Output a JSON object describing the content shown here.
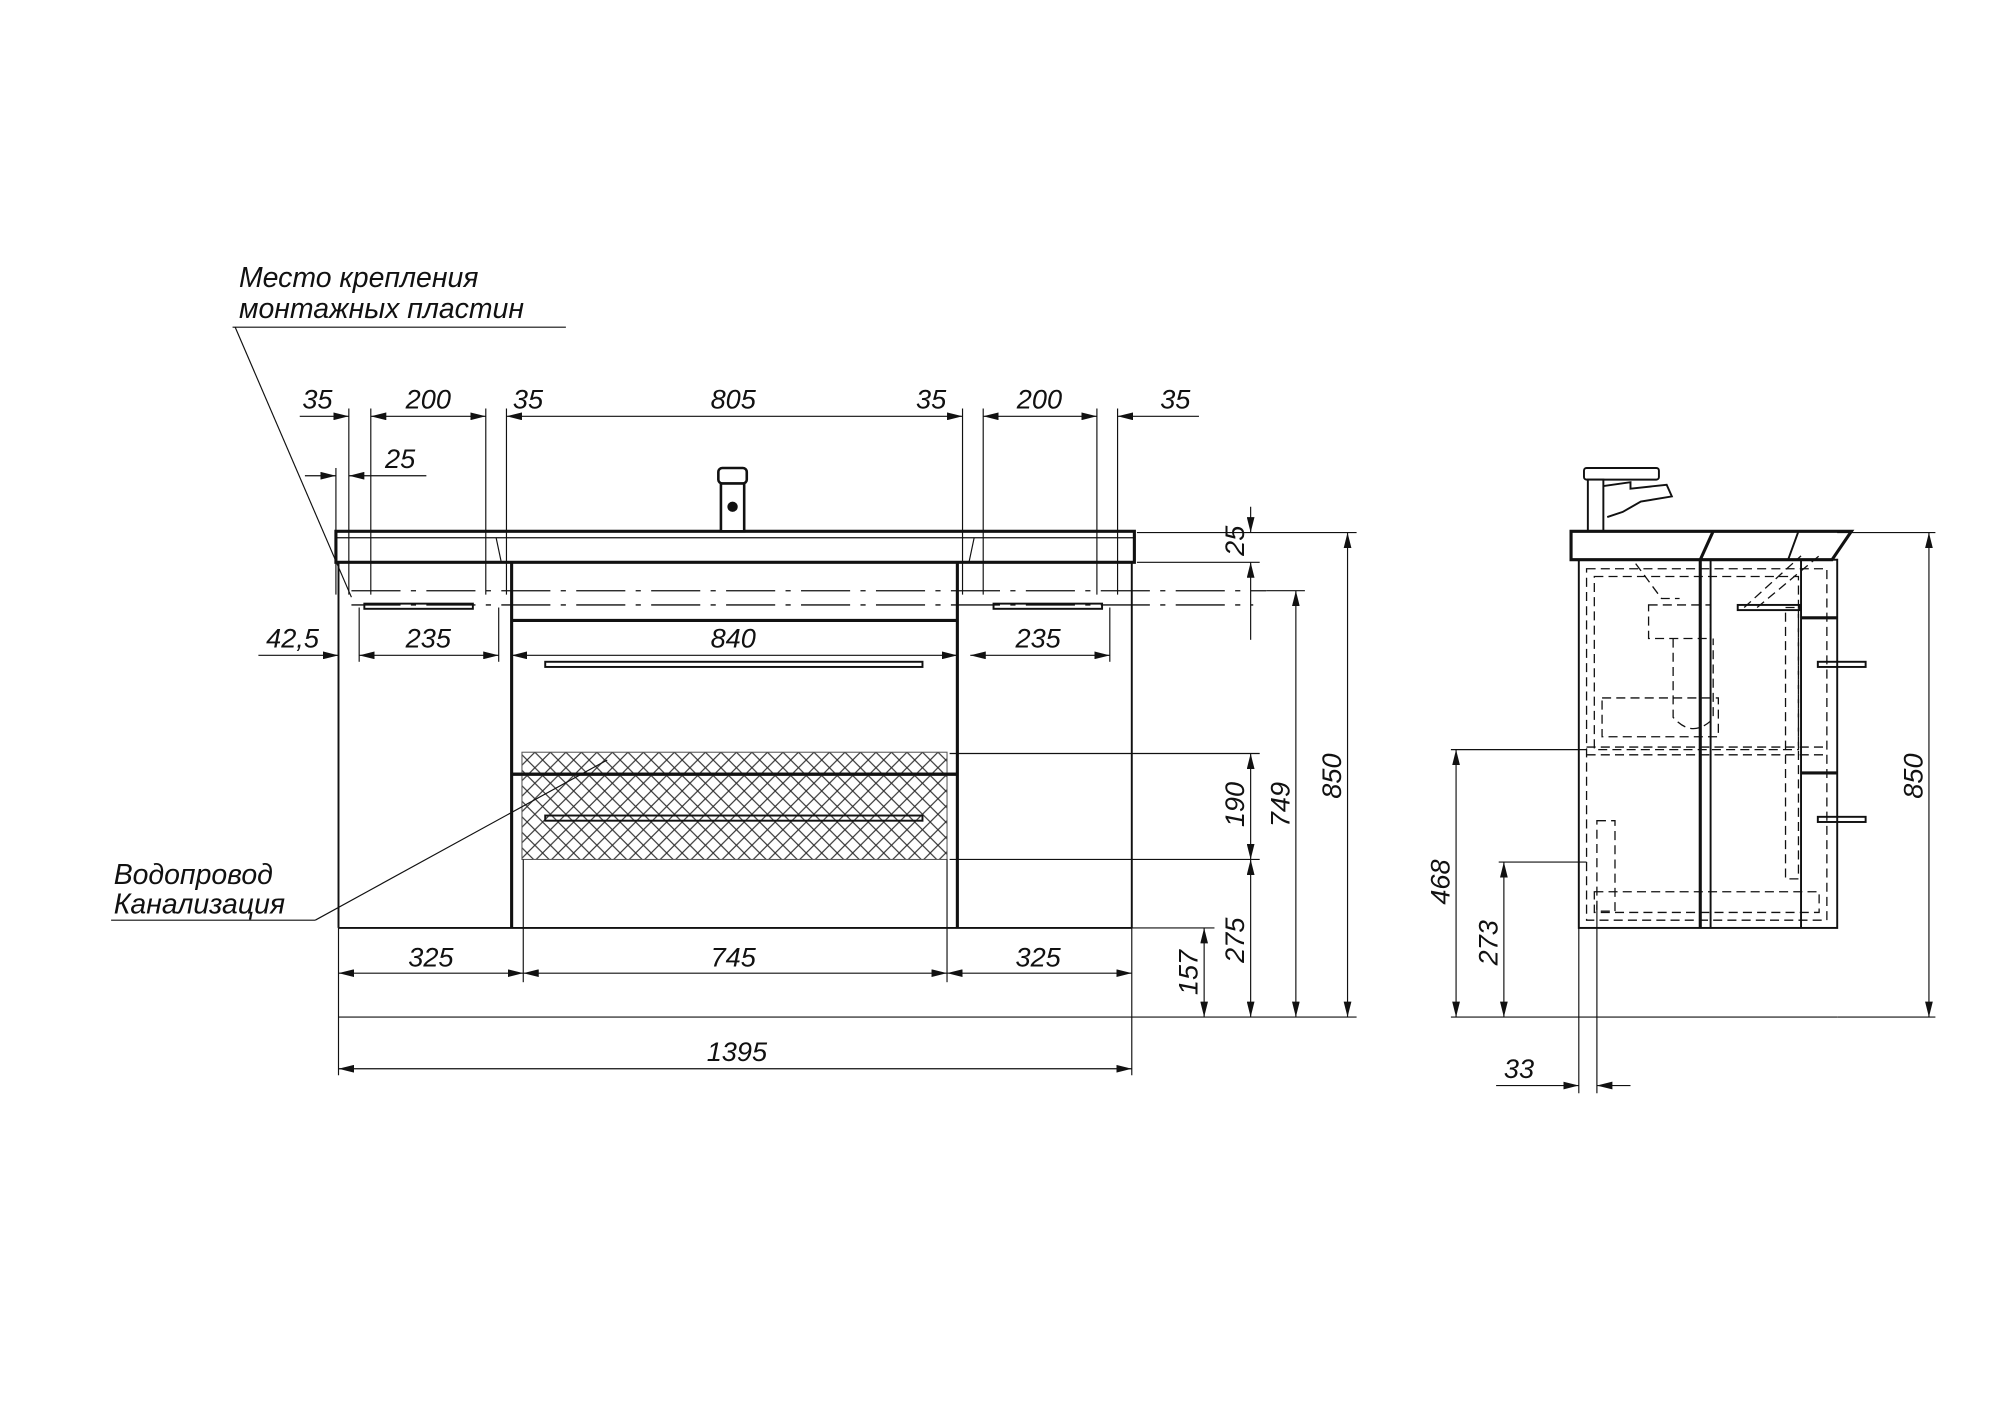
{
  "front_view": {
    "annotation_mounting": [
      "Место крепления",
      "монтажных пластин"
    ],
    "annotation_plumbing": [
      "Водопровод",
      "Канализация"
    ],
    "top_dims": [
      "35",
      "200",
      "35",
      "805",
      "35",
      "200",
      "35"
    ],
    "inner_offset": "25",
    "mid_dims": {
      "left_offset": "42,5",
      "left_width": "235",
      "center_width": "840",
      "right_width": "235"
    },
    "bottom_dims": [
      "325",
      "745",
      "325"
    ],
    "total_width": "1395",
    "right_dims": {
      "top_thickness": "25",
      "zone_height": "190",
      "zone_from_floor": "275",
      "bottom_from_floor": "157",
      "mount_height": "749",
      "total_height": "850"
    }
  },
  "side_view": {
    "total_height": "850",
    "upper_height": "468",
    "lower_height": "273",
    "depth_offset": "33"
  }
}
